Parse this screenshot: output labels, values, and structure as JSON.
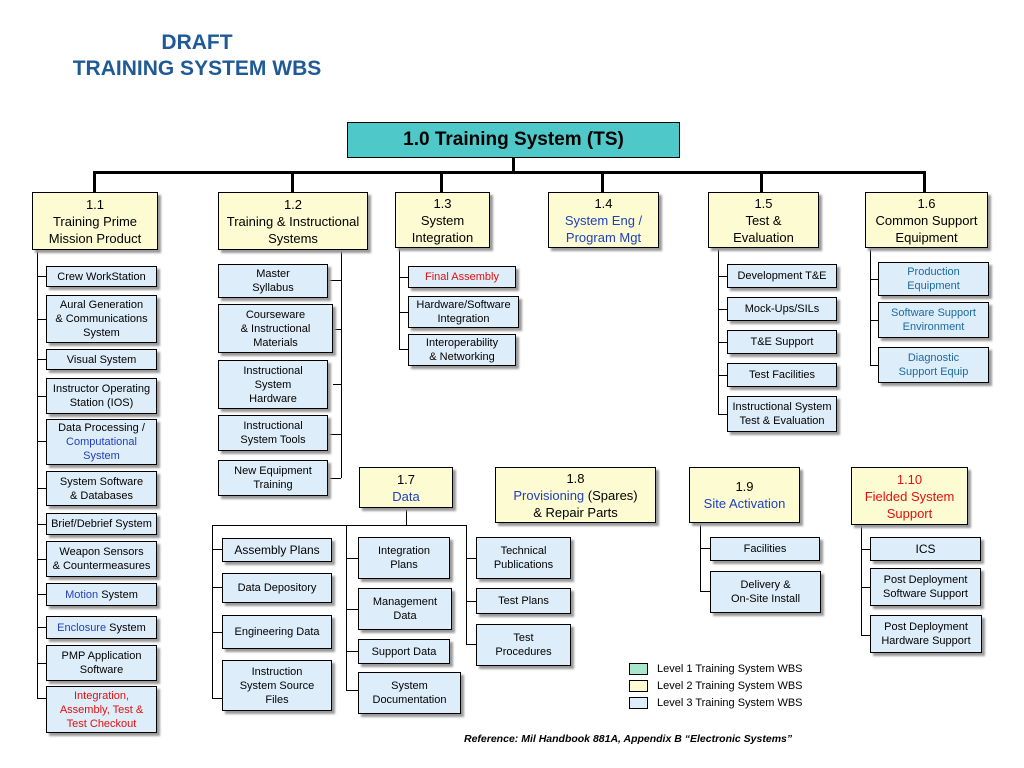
{
  "title": {
    "line1": "DRAFT",
    "line2": "TRAINING SYSTEM WBS"
  },
  "root": {
    "label": "1.0 Training System (TS)"
  },
  "level2": {
    "b11": {
      "num": "1.1",
      "l1": "Training Prime",
      "l2": "Mission Product"
    },
    "b12": {
      "num": "1.2",
      "l1": "Training & Instructional",
      "l2": "Systems"
    },
    "b13": {
      "num": "1.3",
      "l1": "System",
      "l2": "Integration"
    },
    "b14": {
      "num": "1.4",
      "l1": "System Eng /",
      "l2": "Program Mgt"
    },
    "b15": {
      "num": "1.5",
      "l1": "Test &",
      "l2": "Evaluation"
    },
    "b16": {
      "num": "1.6",
      "l1": "Common Support",
      "l2": "Equipment"
    },
    "b17": {
      "num": "1.7",
      "l1": "Data"
    },
    "b18": {
      "num": "1.8",
      "l1a": "Provisioning",
      "l1b": " (Spares)",
      "l2": "& Repair Parts"
    },
    "b19": {
      "num": "1.9",
      "l1": "Site Activation"
    },
    "b110": {
      "num": "1.10",
      "l1": "Fielded System",
      "l2": "Support"
    }
  },
  "items11": [
    {
      "l1": "Crew WorkStation"
    },
    {
      "l1": "Aural Generation",
      "l2": "& Communications",
      "l3": "System"
    },
    {
      "l1": "Visual System"
    },
    {
      "l1": "Instructor Operating",
      "l2": "Station (IOS)"
    },
    {
      "l1": "Data Processing /",
      "l2": "Computational",
      "l3": "System"
    },
    {
      "l1": "System Software",
      "l2": "& Databases"
    },
    {
      "l1": "Brief/Debrief System"
    },
    {
      "l1": "Weapon Sensors",
      "l2": "& Countermeasures"
    },
    {
      "l1a": "Motion",
      "l1b": " System"
    },
    {
      "l1a": "Enclosure",
      "l1b": " System"
    },
    {
      "l1": "PMP Application",
      "l2": "Software"
    },
    {
      "l1": "Integration,",
      "l2": "Assembly, Test &",
      "l3": "Test Checkout"
    }
  ],
  "items12": [
    {
      "l1": "Master",
      "l2": "Syllabus"
    },
    {
      "l1": "Courseware",
      "l2": "& Instructional",
      "l3": "Materials"
    },
    {
      "l1": "Instructional",
      "l2": "System",
      "l3": "Hardware"
    },
    {
      "l1": "Instructional",
      "l2": "System Tools"
    },
    {
      "l1": "New Equipment",
      "l2": "Training"
    }
  ],
  "items13": [
    {
      "l1": "Final Assembly"
    },
    {
      "l1": "Hardware/Software",
      "l2": "Integration"
    },
    {
      "l1": "Interoperability",
      "l2": "& Networking"
    }
  ],
  "items15": [
    {
      "l1": "Development T&E"
    },
    {
      "l1": "Mock-Ups/SILs"
    },
    {
      "l1": "T&E Support"
    },
    {
      "l1": "Test Facilities"
    },
    {
      "l1": "Instructional System",
      "l2": "Test & Evaluation"
    }
  ],
  "items16": [
    {
      "l1": "Production",
      "l2": "Equipment"
    },
    {
      "l1": "Software Support",
      "l2": "Environment"
    },
    {
      "l1": "Diagnostic",
      "l2": "Support Equip"
    }
  ],
  "items17a": [
    {
      "l1": "Assembly Plans"
    },
    {
      "l1": "Data Depository"
    },
    {
      "l1": "Engineering Data"
    },
    {
      "l1": "Instruction",
      "l2": "System Source",
      "l3": "Files"
    }
  ],
  "items17b": [
    {
      "l1": "Integration",
      "l2": "Plans"
    },
    {
      "l1": "Management",
      "l2": "Data"
    },
    {
      "l1": "Support Data"
    },
    {
      "l1": "System",
      "l2": "Documentation"
    }
  ],
  "items17c": [
    {
      "l1": "Technical",
      "l2": "Publications"
    },
    {
      "l1": "Test Plans"
    },
    {
      "l1": "Test",
      "l2": "Procedures"
    }
  ],
  "items19": [
    {
      "l1": "Facilities"
    },
    {
      "l1": "Delivery &",
      "l2": "On-Site Install"
    }
  ],
  "items110": [
    {
      "l1": "ICS"
    },
    {
      "l1": "Post Deployment",
      "l2": "Software Support"
    },
    {
      "l1": "Post Deployment",
      "l2": "Hardware Support"
    }
  ],
  "legend": [
    {
      "label": "Level 1 Training System WBS",
      "color": "#a8e6cf"
    },
    {
      "label": "Level 2 Training System WBS",
      "color": "#fdfbd1"
    },
    {
      "label": "Level 3 Training System WBS",
      "color": "#deedfa"
    }
  ],
  "reference": "Reference: Mil Handbook 881A, Appendix B “Electronic Systems”",
  "colors": {
    "level1": "#4ec8c8",
    "level2": "#fdfbd1",
    "level3": "#deedfa",
    "title": "#1f5a96",
    "blue_text": "#1f3fbf",
    "red_text": "#e01010"
  }
}
